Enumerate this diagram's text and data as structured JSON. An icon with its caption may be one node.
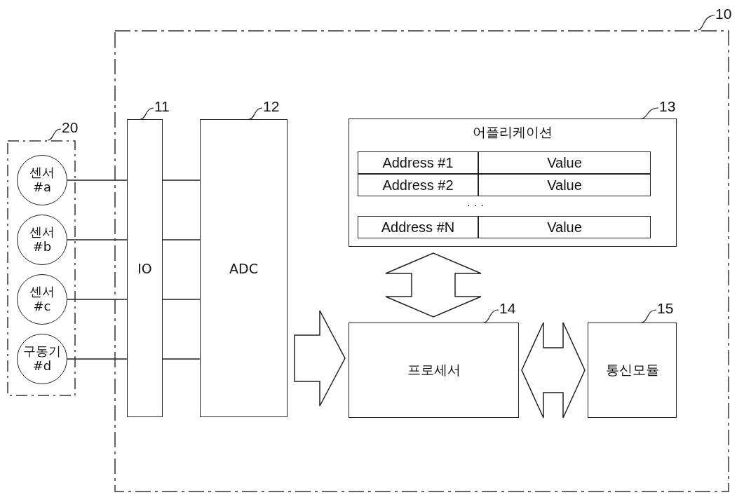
{
  "diagram": {
    "nodes": [
      {
        "text": [],
        "shape": "box"
      },
      {
        "text": [],
        "shape": "box"
      },
      {
        "text": [
          "센서 #a"
        ],
        "in": 1
      },
      {
        "text": [
          "센서 #b"
        ],
        "in": 1
      },
      {
        "text": [
          "센서 #c"
        ],
        "in": 1
      },
      {
        "text": [
          "구동기 #d"
        ],
        "in": 1
      },
      {
        "text": [
          "IO"
        ],
        "in": 0
      },
      {
        "text": [
          "ADC"
        ],
        "in": 0
      },
      {
        "text": [
          "어플리케이션"
        ],
        "in": 0
      },
      {
        "text": [
          "프로세서"
        ],
        "in": 0
      },
      {
        "text": [
          "통신모듈"
        ],
        "in": 0
      },
      {
        "text": [
          "10"
        ]
      },
      {
        "text": [
          "20"
        ]
      },
      {
        "text": [
          "11"
        ],
        "in": 0
      },
      {
        "text": [
          "12"
        ],
        "in": 0
      },
      {
        "text": [
          "13"
        ],
        "in": 0
      },
      {
        "text": [
          "14"
        ],
        "in": 0
      },
      {
        "text": [
          "15"
        ],
        "in": 0
      }
    ],
    "edges": [
      {
        "from": 2,
        "to": 6,
        "arrow": "none"
      },
      {
        "from": 3,
        "to": 6,
        "arrow": "none"
      },
      {
        "from": 4,
        "to": 6,
        "arrow": "none"
      },
      {
        "from": 5,
        "to": 6,
        "arrow": "none"
      },
      {
        "from": 6,
        "to": 7,
        "arrow": "none"
      },
      {
        "from": 6,
        "to": 7,
        "arrow": "none"
      },
      {
        "from": 6,
        "to": 7,
        "arrow": "none"
      },
      {
        "from": 6,
        "to": 7,
        "arrow": "none"
      },
      {
        "from": 7,
        "to": 9,
        "arrow": "to",
        "style": "thick"
      },
      {
        "from": 8,
        "to": 9,
        "arrow": "both",
        "style": "thick"
      },
      {
        "from": 9,
        "to": 10,
        "arrow": "both",
        "style": "thick"
      },
      {
        "from": 11,
        "to": 0,
        "arrow": "none"
      },
      {
        "from": 12,
        "to": 1,
        "arrow": "none"
      },
      {
        "from": 13,
        "to": 6,
        "arrow": "none"
      },
      {
        "from": 14,
        "to": 7,
        "arrow": "none"
      },
      {
        "from": 15,
        "to": 8,
        "arrow": "none"
      },
      {
        "from": 16,
        "to": 9,
        "arrow": "none"
      },
      {
        "from": 17,
        "to": 10,
        "arrow": "none"
      }
    ],
    "labels": [
      "Address #1",
      "Value",
      "Address #2",
      "Value",
      "· · ·",
      "Address #N",
      "Value"
    ]
  }
}
